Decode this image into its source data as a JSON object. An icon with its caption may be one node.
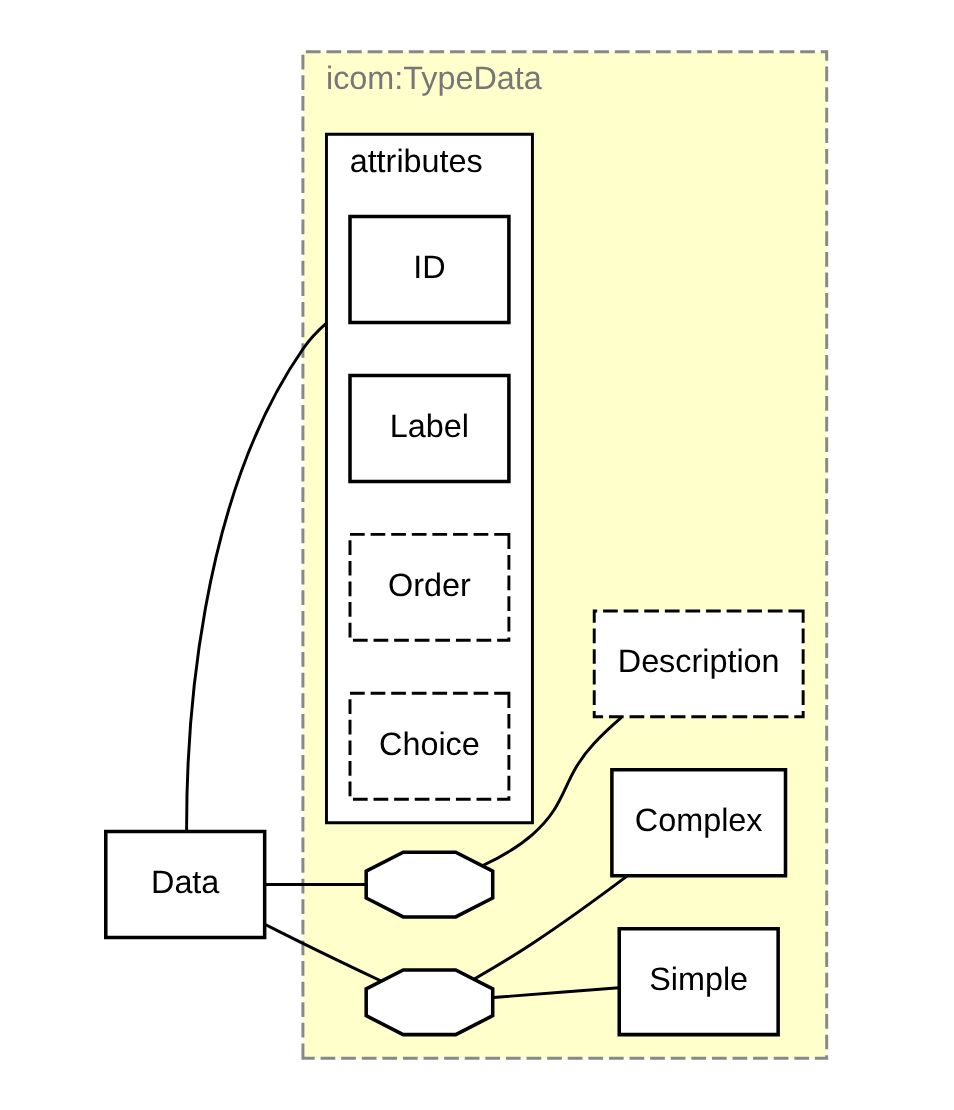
{
  "diagram": {
    "nodes": [
      {
        "text": [
          "icom:TypeData"
        ]
      },
      {
        "text": [
          "attributes"
        ],
        "in": 0
      },
      {
        "text": [
          "ID"
        ],
        "in": 1
      },
      {
        "text": [
          "Label"
        ],
        "in": 1
      },
      {
        "text": [
          "Order"
        ],
        "in": 1
      },
      {
        "text": [
          "Choice"
        ],
        "in": 1
      },
      {
        "text": [],
        "shape": "octagon",
        "in": 0
      },
      {
        "text": [
          "Description"
        ],
        "in": 0
      },
      {
        "text": [],
        "shape": "octagon",
        "in": 0
      },
      {
        "text": [
          "Simple"
        ],
        "in": 0
      },
      {
        "text": [
          "Complex"
        ],
        "in": 0
      },
      {
        "text": [
          "Data"
        ]
      }
    ],
    "edges": [
      {
        "from": 11,
        "to": 1,
        "arrow": "none"
      },
      {
        "from": 11,
        "to": 6,
        "arrow": "none"
      },
      {
        "from": 11,
        "to": 8,
        "arrow": "none"
      },
      {
        "from": 6,
        "to": 7,
        "arrow": "none"
      },
      {
        "from": 8,
        "to": 9,
        "arrow": "none"
      },
      {
        "from": 8,
        "to": 10,
        "arrow": "none"
      }
    ]
  }
}
